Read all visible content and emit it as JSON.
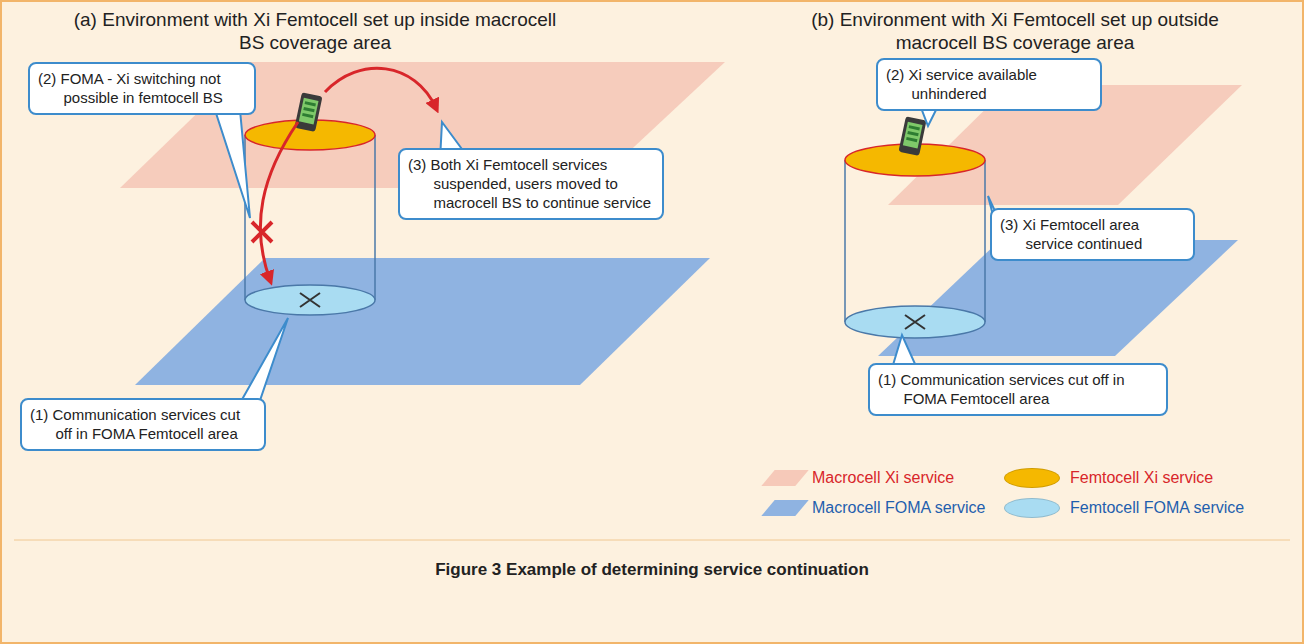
{
  "diagram": {
    "caption": "Figure 3 Example of determining service continuation",
    "nodes": [
      {
        "text": [
          "(2) FOMA - Xi switching not possible in femtocell BS"
        ]
      },
      {
        "text": [
          "(3) Both Xi Femtocell services suspended, users moved to macrocell BS to continue service"
        ]
      },
      {
        "text": [
          "(1) Communication services cut off in FOMA Femtocell area"
        ]
      },
      {
        "text": [
          "(2) Xi service available unhindered"
        ]
      },
      {
        "text": [
          "(3) Xi Femtocell area service continued"
        ]
      },
      {
        "text": [
          "(1) Communication services cut off in FOMA Femtocell area"
        ]
      }
    ],
    "labels": [
      "(a) Environment with Xi Femtocell set up inside macrocell BS coverage area",
      "(b) Environment with Xi Femtocell set up outside macrocell BS coverage area"
    ],
    "legend": [
      {
        "text": "Macrocell Xi service",
        "color": "#f6c9b9"
      },
      {
        "text": "Femtocell Xi service",
        "color": "#f5b800"
      },
      {
        "text": "Macrocell FOMA service",
        "color": "#8fb3e1"
      },
      {
        "text": "Femtocell FOMA service",
        "color": "#a9dcf2"
      }
    ]
  }
}
